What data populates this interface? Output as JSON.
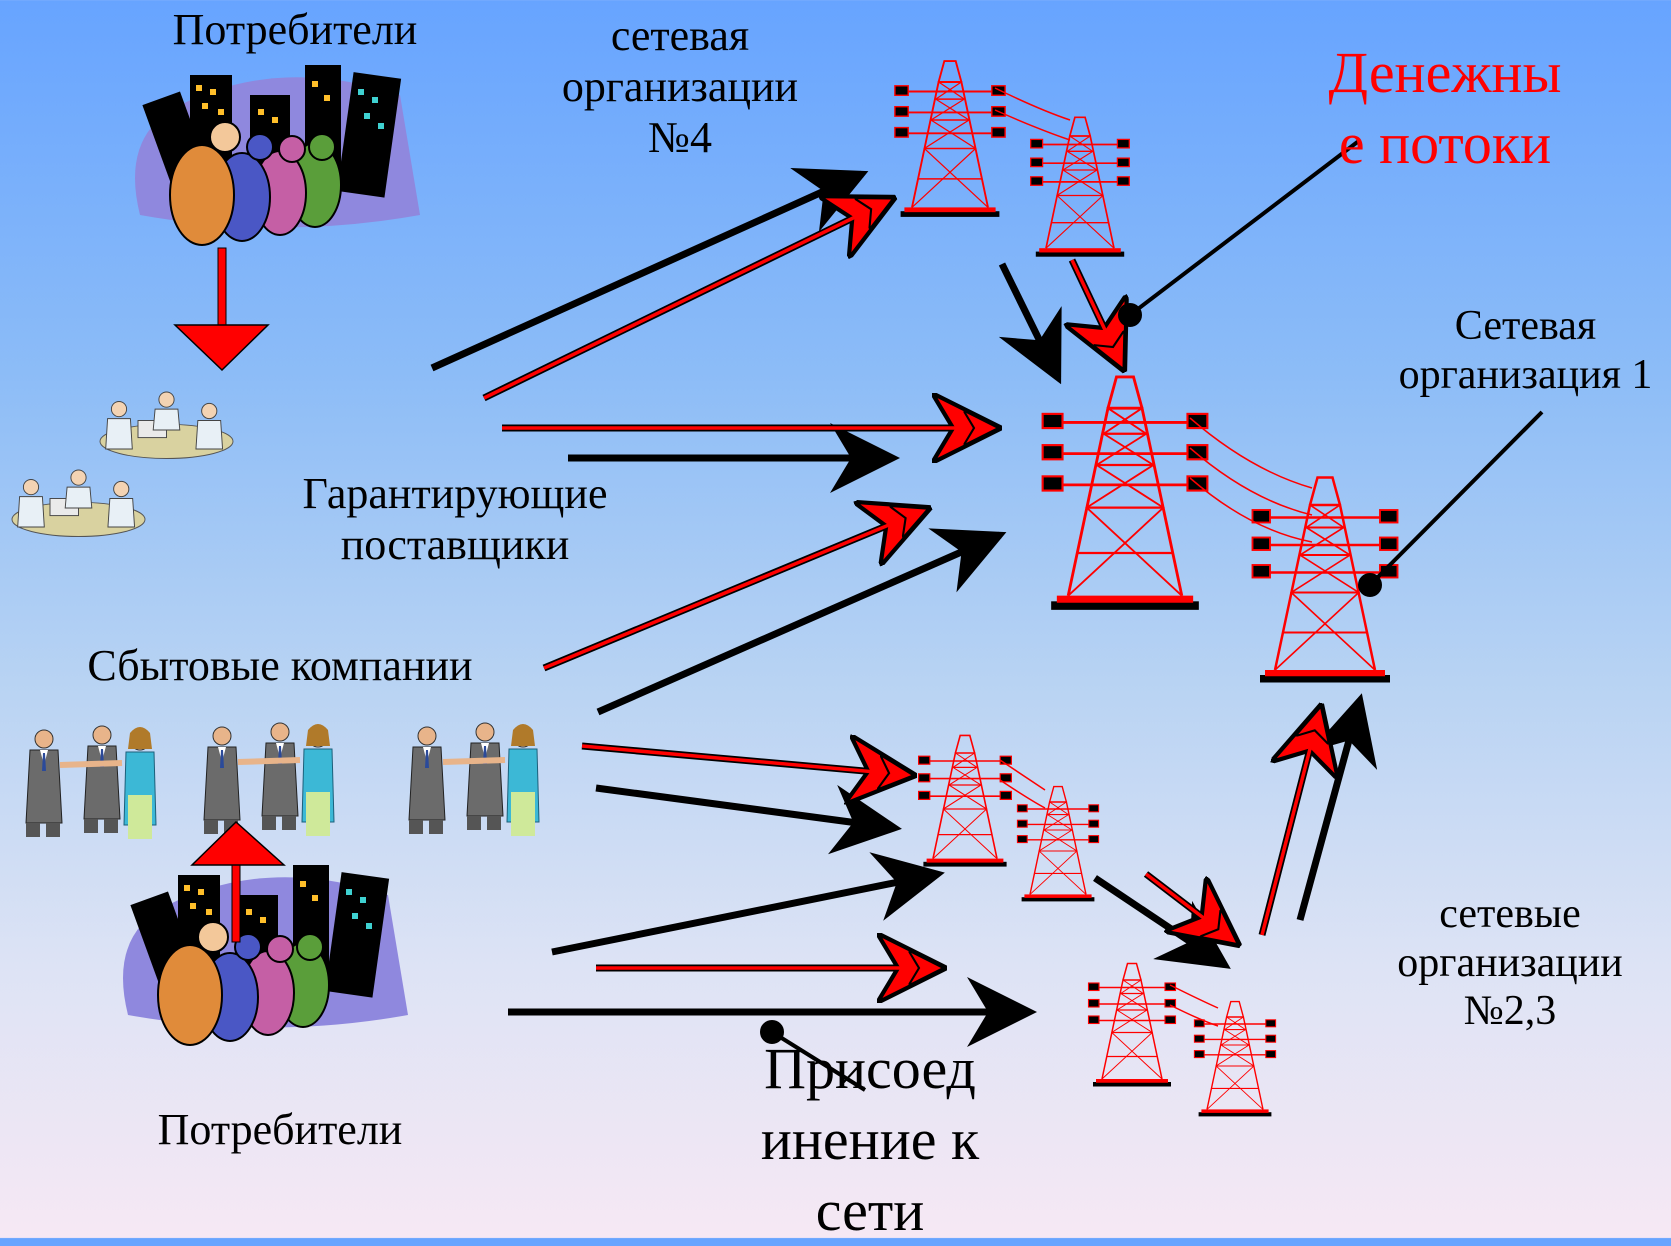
{
  "labels": {
    "consumers_top": "Потребители",
    "consumers_bottom": "Потребители",
    "net_org4": [
      "сетевая",
      "организации",
      "№4"
    ],
    "money_flows": [
      "Денежны",
      "е потоки"
    ],
    "net_org1": [
      "Сетевая",
      "организация 1"
    ],
    "guarantee_suppliers": [
      "Гарантирующие",
      "поставщики"
    ],
    "sales_companies": "Сбытовые компании",
    "net_org23": [
      "сетевые",
      "организации",
      "№2,3"
    ],
    "connection": [
      "Присоед",
      "инение к",
      "сети"
    ]
  },
  "colors": {
    "energy_flow": "#000000",
    "money_flow": "#ff0000",
    "tower": "#ff0000",
    "highlight": "#ff0000"
  },
  "icons": [
    "city-crowd-icon",
    "business-meeting-icon",
    "handshake-icon",
    "power-tower-icon"
  ]
}
